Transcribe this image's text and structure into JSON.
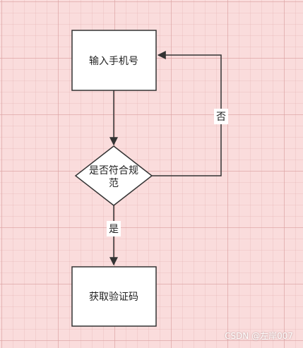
{
  "nodes": {
    "input_phone": {
      "label": "输入手机号"
    },
    "check": {
      "label_line1": "是否符合规",
      "label_line2": "范"
    },
    "get_code": {
      "label": "获取验证码"
    }
  },
  "edges": {
    "no_label": "否",
    "yes_label": "是"
  },
  "watermark": "CSDN @左岸007",
  "colors": {
    "background": "#fadcdc",
    "node_fill": "#ffffff",
    "stroke": "#333333"
  }
}
